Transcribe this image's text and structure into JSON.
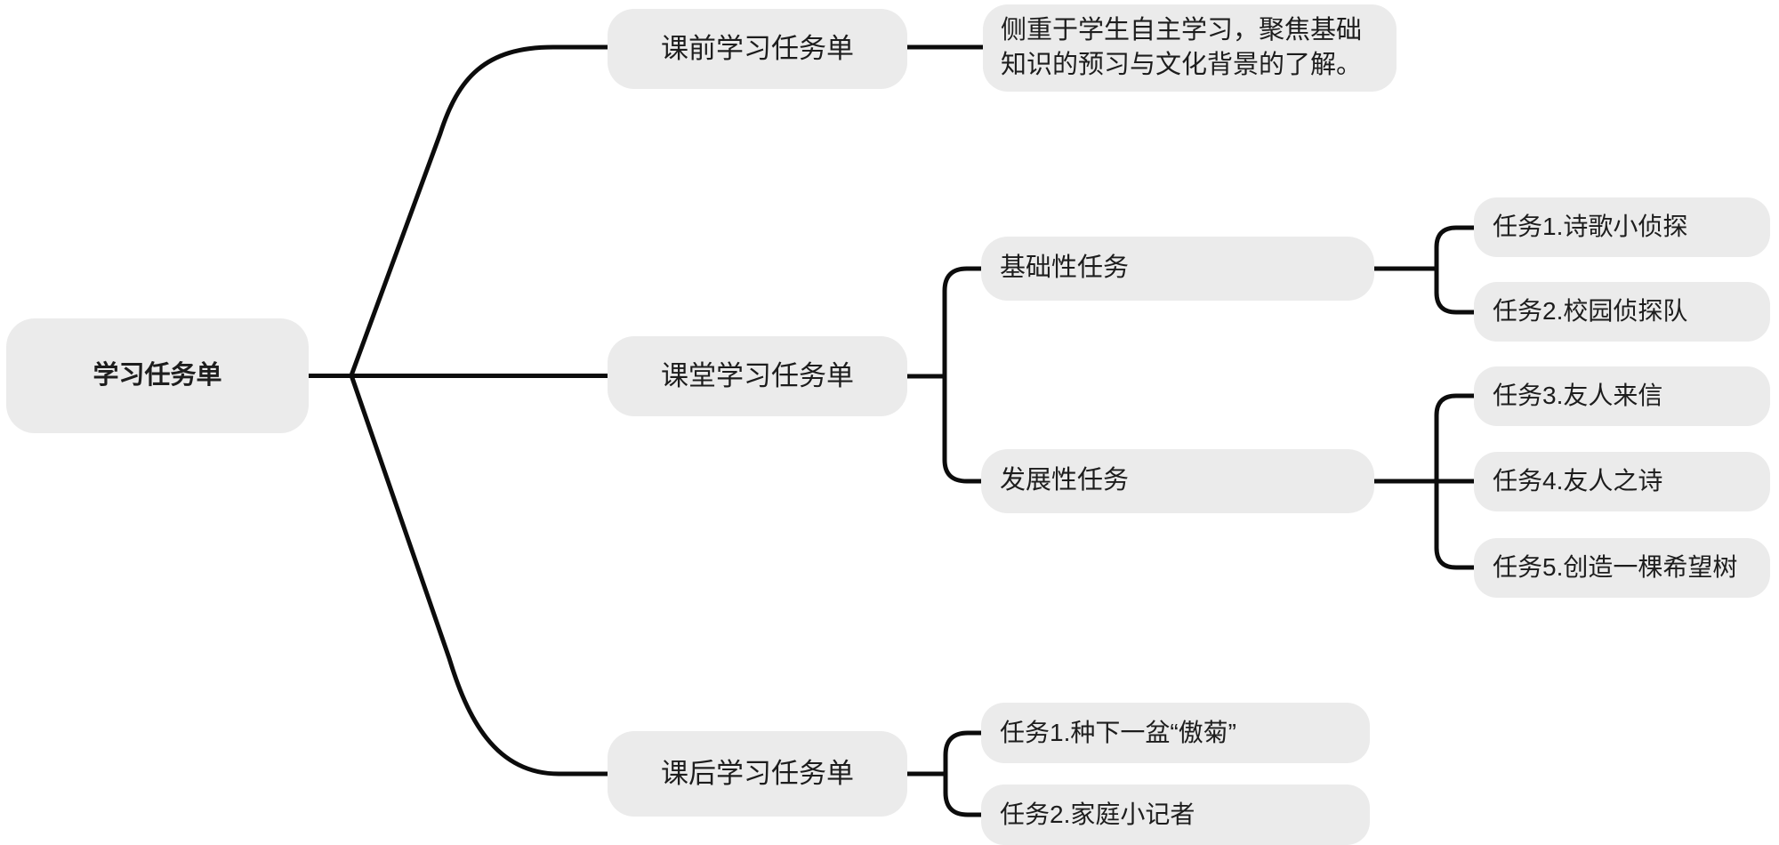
{
  "mindmap": {
    "root": "学习任务单",
    "pre_class": {
      "label": "课前学习任务单",
      "note": "侧重于学生自主学习，聚焦基础知识的预习与文化背景的了解。"
    },
    "in_class": {
      "label": "课堂学习任务单",
      "basic": {
        "label": "基础性任务",
        "tasks": [
          "任务1.诗歌小侦探",
          "任务2.校园侦探队"
        ]
      },
      "development": {
        "label": "发展性任务",
        "tasks": [
          "任务3.友人来信",
          "任务4.友人之诗",
          "任务5.创造一棵希望树"
        ]
      }
    },
    "after_class": {
      "label": "课后学习任务单",
      "tasks": [
        "任务1.种下一盆“傲菊”",
        "任务2.家庭小记者"
      ]
    },
    "colors": {
      "node_background": "#ebebeb",
      "connector": "#0c0c0c",
      "text": "#1d1d1d",
      "canvas_background": "#ffffff"
    }
  }
}
